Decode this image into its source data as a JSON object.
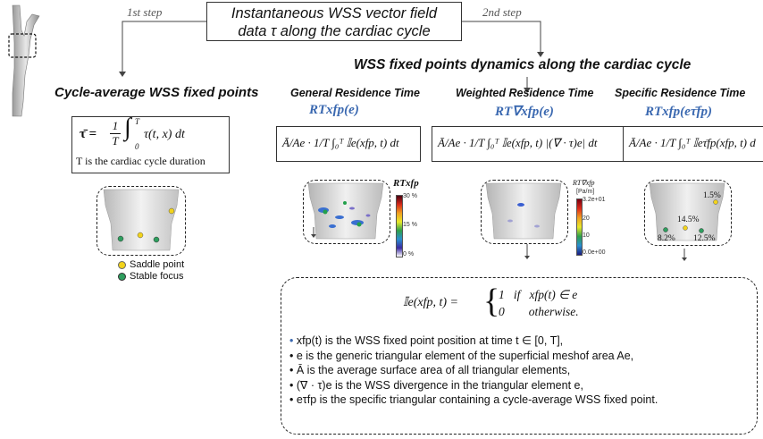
{
  "header": {
    "title_line1": "Instantaneous WSS vector field",
    "title_line2": "data τ along the cardiac cycle",
    "step1": "1st step",
    "step2": "2nd step"
  },
  "left": {
    "heading": "Cycle-average WSS fixed points",
    "formula_lhs": "τ̄ =",
    "formula_frac_num": "1",
    "formula_frac_den": "T",
    "formula_int_upper": "T",
    "formula_int_lower": "0",
    "formula_rhs": "τ(t, x) dt",
    "note": "T is the cardiac cycle duration",
    "legend": [
      {
        "label": "Saddle point",
        "color": "#f2d31b"
      },
      {
        "label": "Stable focus",
        "color": "#2e9e5e"
      }
    ]
  },
  "right": {
    "heading": "WSS fixed points dynamics along the cardiac cycle",
    "columns": [
      {
        "title": "General Residence Time",
        "rt": "RTxfp(e)",
        "formula": "Ā/Ae · 1/T ∫₀ᵀ 𝕀e(xfp, t) dt",
        "colorbar_title": "RTxfp",
        "colorbar_ticks": [
          "30 %",
          "15 %",
          "0 %"
        ]
      },
      {
        "title": "Weighted Residence Time",
        "rt": "RT∇xfp(e)",
        "formula": "Ā/Ae · 1/T ∫₀ᵀ 𝕀e(xfp, t) |(∇ · τ)e| dt",
        "colorbar_title": "RT∇xfp",
        "colorbar_unit": "[Pa/m]",
        "colorbar_ticks": [
          "3.2e+01",
          "20",
          "10",
          "0.0e+00"
        ]
      },
      {
        "title": "Specific Residence Time",
        "rt": "RTxfp(eτ̄fp)",
        "formula": "Ā/Ae · 1/T ∫₀ᵀ 𝕀eτ̄fp(xfp, t) d",
        "labels": [
          "1.5%",
          "14.5%",
          "8.2%",
          "12.5%"
        ]
      }
    ]
  },
  "definition": {
    "indicator_lhs": "𝕀e(xfp, t) =",
    "case1": "1   if   xfp(t) ∈ e",
    "case2": "0        otherwise.",
    "bullets": [
      "xfp(t) is the WSS fixed point position at time t ∈ [0, T],",
      "e is the generic triangular element of the superficial meshof area Ae,",
      "Ā is the average surface area of all triangular elements,",
      "(∇ · τ)e is the WSS divergence in the triangular element e,",
      "eτfp is the specific triangular containing a cycle-average WSS fixed point."
    ]
  },
  "colors": {
    "accent_blue": "#3a68b0",
    "saddle": "#f2d31b",
    "focus": "#2e9e5e"
  }
}
